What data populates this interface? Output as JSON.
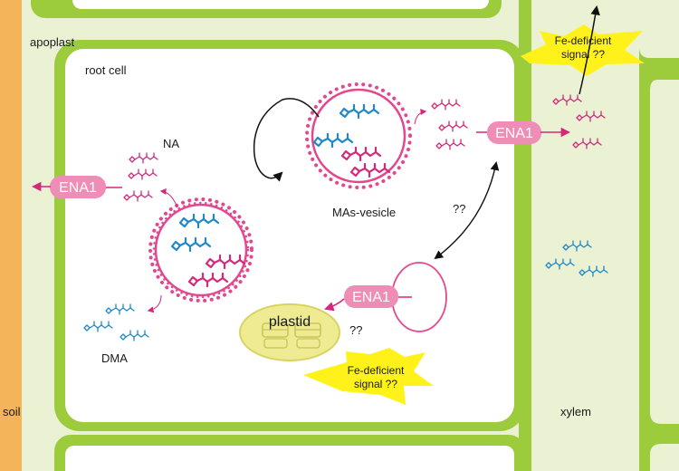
{
  "labels": {
    "apoplast": "apoplast",
    "root_cell": "root cell",
    "soil": "soil",
    "xylem": "xylem",
    "na": "NA",
    "dma": "DMA",
    "mas_vesicle": "MAs-vesicle",
    "plastid": "plastid",
    "unknown_1": "??",
    "unknown_2": "??"
  },
  "transporters": {
    "ena1_left": "ENA1",
    "ena1_right": "ENA1",
    "ena1_lower": "ENA1"
  },
  "signals": {
    "top_line1": "Fe-deficient",
    "top_line2": "signal ??",
    "bottom_line1": "Fe-deficient",
    "bottom_line2": "signal ??"
  },
  "colors": {
    "soil": "#F3B45A",
    "cell_wall": "#9CCB3C",
    "apoplast_fill": "#EAF2D3",
    "membrane_pink": "#E3488F",
    "transporter": "#EE8DB6",
    "molecule_blue": "#1E88C8",
    "molecule_pink": "#D2297B",
    "plastid_fill": "#EEEB92",
    "signal_yellow": "#FFF21A"
  }
}
